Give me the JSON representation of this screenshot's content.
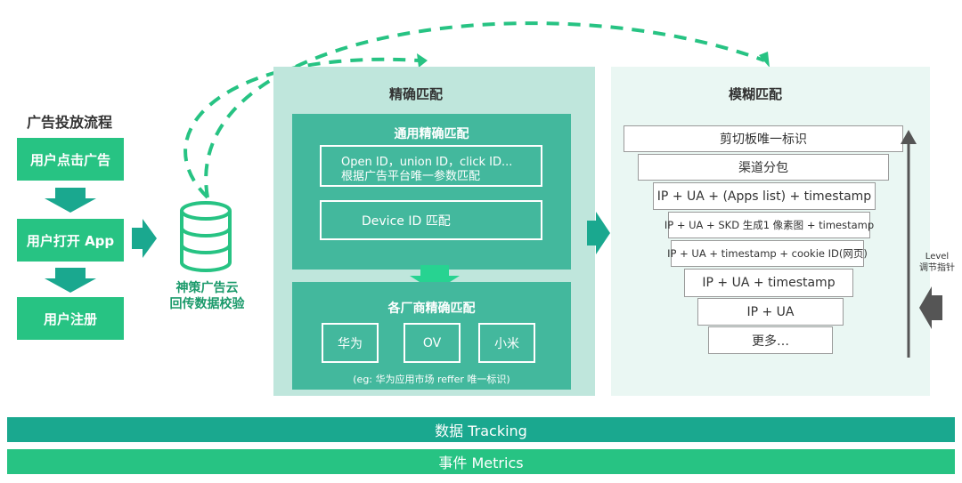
{
  "left_flow": {
    "title": "广告投放流程",
    "steps": [
      "用户点击广告",
      "用户打开 App",
      "用户注册"
    ]
  },
  "database": {
    "label_line1": "神策广告云",
    "label_line2": "回传数据校验"
  },
  "exact": {
    "title": "精确匹配",
    "general": {
      "title": "通用精确匹配",
      "box1_line1": "Open ID，union ID，click ID...",
      "box1_line2": "根据广告平台唯一参数匹配",
      "box2": "Device ID 匹配"
    },
    "vendor": {
      "title": "各厂商精确匹配",
      "vendors": [
        "华为",
        "OV",
        "小米"
      ],
      "note": "(eg: 华为应用市场 reffer 唯一标识)"
    }
  },
  "fuzzy": {
    "title": "模糊匹配",
    "levels": [
      "剪切板唯一标识",
      "渠道分包",
      "IP + UA + (Apps list) + timestamp",
      "IP + UA + SKD 生成1 像素图 + timestamp",
      "IP + UA + timestamp + cookie ID(网页)",
      "IP + UA + timestamp",
      "IP + UA",
      "更多…"
    ],
    "level_label_line1": "Level",
    "level_label_line2": "调节指针"
  },
  "bars": {
    "tracking": "数据 Tracking",
    "metrics": "事件 Metrics"
  },
  "colors": {
    "green": "#27c383",
    "teal": "#1aa88f",
    "exact_bg": "#bfe6dc",
    "exact_inner": "#43b89d",
    "fuzzy_bg": "#eaf7f3"
  }
}
